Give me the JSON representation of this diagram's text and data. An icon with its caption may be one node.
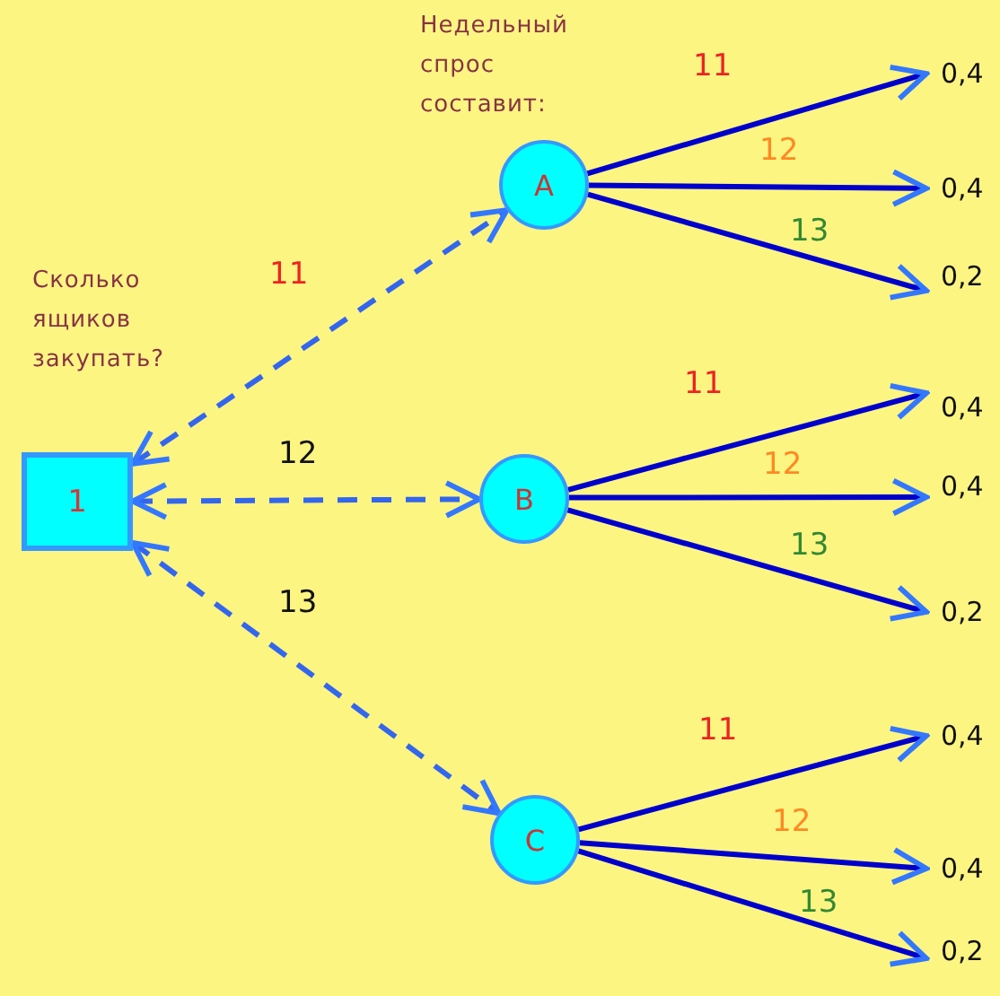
{
  "diagram": {
    "nodes": [
      {
        "text": [
          "1"
        ],
        "beside": [
          "Сколько ящиков закупать?"
        ]
      },
      {
        "text": [
          "A"
        ],
        "beside": [
          "Недельный спрос составит:"
        ]
      },
      {
        "text": [
          "B"
        ]
      },
      {
        "text": [
          "C"
        ]
      },
      {
        "text": [
          "0,4"
        ]
      },
      {
        "text": [
          "0,4"
        ]
      },
      {
        "text": [
          "0,2"
        ]
      },
      {
        "text": [
          "0,4"
        ]
      },
      {
        "text": [
          "0,4"
        ]
      },
      {
        "text": [
          "0,2"
        ]
      },
      {
        "text": [
          "0,4"
        ]
      },
      {
        "text": [
          "0,4"
        ]
      },
      {
        "text": [
          "0,2"
        ]
      }
    ],
    "edges": [
      {
        "from": 0,
        "to": 1,
        "arrow": "both",
        "label": "11",
        "style": "dashed",
        "color": "#3366ee"
      },
      {
        "from": 0,
        "to": 2,
        "arrow": "both",
        "label": "12",
        "style": "dashed",
        "color": "#3366ee"
      },
      {
        "from": 0,
        "to": 3,
        "arrow": "both",
        "label": "13",
        "style": "dashed",
        "color": "#3366ee"
      },
      {
        "from": 1,
        "to": 4,
        "arrow": "to",
        "label": "11"
      },
      {
        "from": 1,
        "to": 5,
        "arrow": "to",
        "label": "12"
      },
      {
        "from": 1,
        "to": 6,
        "arrow": "to",
        "label": "13"
      },
      {
        "from": 2,
        "to": 7,
        "arrow": "to",
        "label": "11"
      },
      {
        "from": 2,
        "to": 8,
        "arrow": "to",
        "label": "12"
      },
      {
        "from": 2,
        "to": 9,
        "arrow": "to",
        "label": "13"
      },
      {
        "from": 3,
        "to": 10,
        "arrow": "to",
        "label": "11"
      },
      {
        "from": 3,
        "to": 11,
        "arrow": "to",
        "label": "12"
      },
      {
        "from": 3,
        "to": 12,
        "arrow": "to",
        "label": "13"
      }
    ]
  }
}
